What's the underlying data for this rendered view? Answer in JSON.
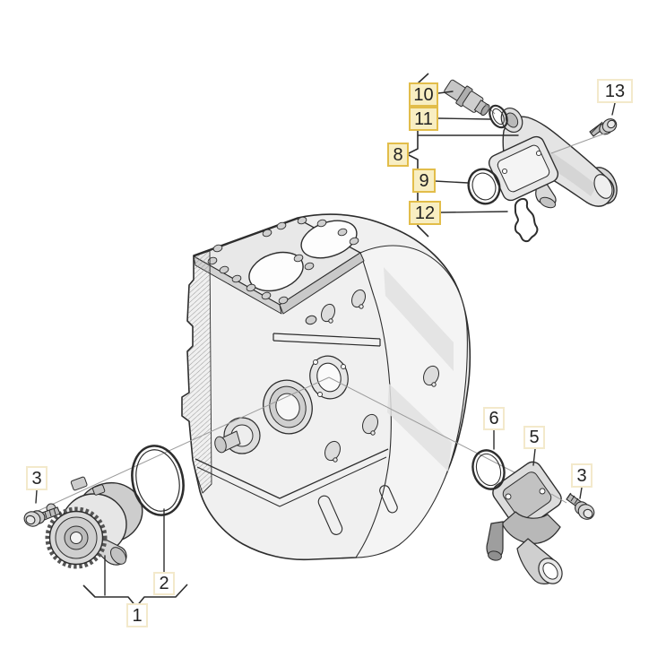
{
  "colors": {
    "background": "#ffffff",
    "outline": "#2d2d2d",
    "thin_line": "#9b9b9b",
    "highlight_fill": "#f8eec2",
    "highlight_border": "#e2bd4a",
    "plain_fill": "#ffffff",
    "plain_border": "#f3e9cb",
    "label_text": "#222222",
    "part_fill_light": "#efefef",
    "part_fill_mid": "#d9d9d9"
  },
  "callouts": {
    "c1": {
      "label": "1",
      "highlighted": false
    },
    "c2": {
      "label": "2",
      "highlighted": false
    },
    "c3_left": {
      "label": "3",
      "highlighted": false
    },
    "c3_right": {
      "label": "3",
      "highlighted": false
    },
    "c5": {
      "label": "5",
      "highlighted": false
    },
    "c6": {
      "label": "6",
      "highlighted": false
    },
    "c8": {
      "label": "8",
      "highlighted": true
    },
    "c9": {
      "label": "9",
      "highlighted": true
    },
    "c10": {
      "label": "10",
      "highlighted": true
    },
    "c11": {
      "label": "11",
      "highlighted": true
    },
    "c12": {
      "label": "12",
      "highlighted": true
    },
    "c13": {
      "label": "13",
      "highlighted": false
    }
  }
}
